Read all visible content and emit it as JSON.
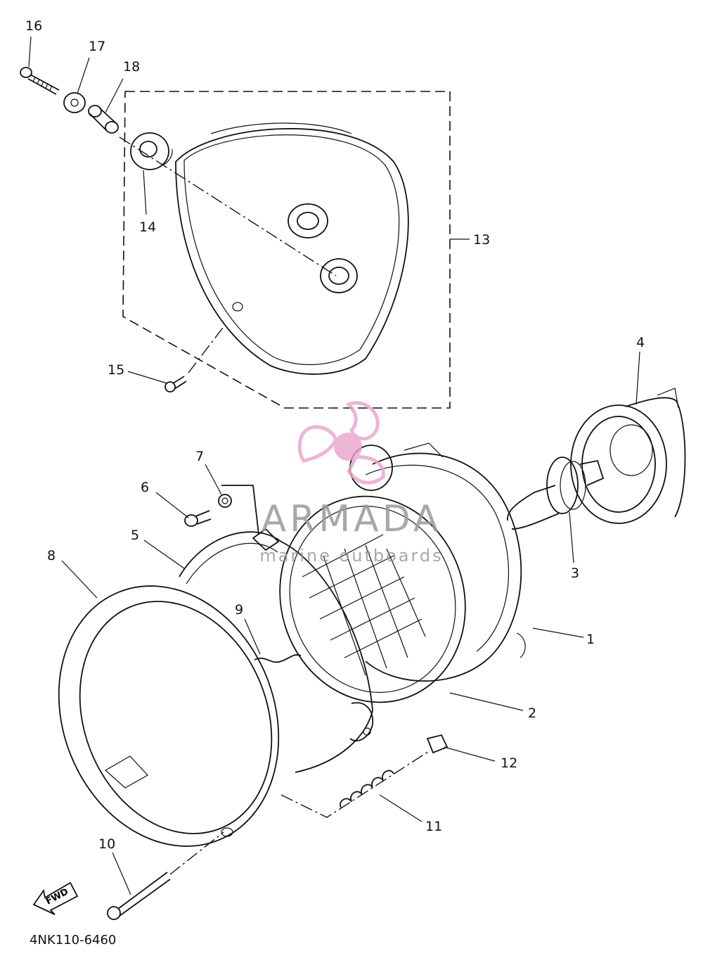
{
  "diagram": {
    "part_code": "4NK110-6460",
    "fwd_label": "FWD",
    "callouts": [
      "1",
      "2",
      "3",
      "4",
      "5",
      "6",
      "7",
      "8",
      "9",
      "10",
      "11",
      "12",
      "13",
      "14",
      "15",
      "16",
      "17",
      "18"
    ]
  },
  "watermark": {
    "brand": "ARMADA",
    "tagline": "marine outboards",
    "logo_icon": "propeller-icon",
    "color": "#e8a3cb"
  }
}
